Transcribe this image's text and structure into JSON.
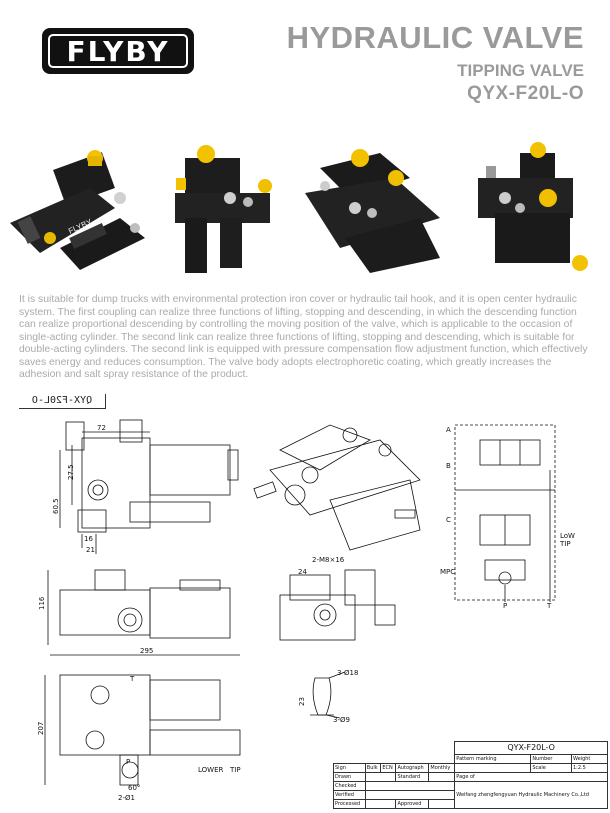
{
  "brand": {
    "logo_text": "FLYBY"
  },
  "header": {
    "title": "HYDRAULIC VALVE",
    "subtitle": "TIPPING VALVE",
    "model": "QYX-F20L-O"
  },
  "description": "It is suitable for dump trucks with environmental protection iron cover or hydraulic tail hook, and it is open center hydraulic system. The first coupling can realize three functions of lifting, stopping and descending, in which the descending function can realize proportional descending by controlling the moving position of the valve, which is applicable to the occasion of single-acting cylinder. The second link can realize three functions of lifting, stopping and descending, which is suitable for double-acting cylinders. The second link is equipped with pressure compensation flow adjustment function, which effectively saves energy and reduces consumption. The valve body adopts electrophoretic coating, which greatly increases the adhesion and salt spray resistance of the product.",
  "drawing": {
    "mirror_label": "QYX-F20L-O",
    "dims": {
      "d72": "72",
      "d27_5": "27.5",
      "d60_5": "60.5",
      "d16": "16",
      "d21": "21",
      "d116": "116",
      "d295": "295",
      "d207": "207",
      "d24": "24",
      "d2m8": "2-M8×16",
      "d3phi18": "3-Ø18",
      "d3phi9": "3-Ø9",
      "d23": "23",
      "d60deg": "60°",
      "d2phi1": "2-Ø1"
    },
    "ports": {
      "t": "T",
      "p": "P",
      "a": "A",
      "b": "B",
      "c": "C",
      "mpc": "MPC"
    },
    "labels": {
      "lower": "LOWER",
      "tip": "TIP",
      "low": "LoW",
      "tip2": "TIP"
    }
  },
  "title_block": {
    "drawing_no": "QYX-F20L-O",
    "pattern_marking": "Pattern marking",
    "number": "Number",
    "weight": "Weight",
    "scale": "Scale",
    "scale_value": "1:2.5",
    "page_of": "Page of",
    "company": "Weifang zhengfengyuan Hydraulic Machinery Co.,Ltd",
    "rows": [
      "Sign",
      "Drawn",
      "Checked",
      "Verified",
      "Processed"
    ],
    "cols": [
      "Bulk",
      "ECN",
      "Autograph",
      "Monthly"
    ],
    "standard": "Standard",
    "approved": "Approved"
  }
}
